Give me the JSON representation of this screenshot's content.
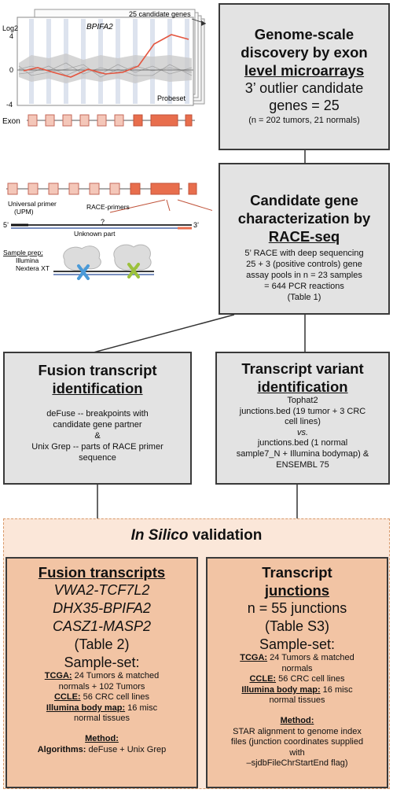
{
  "top_box": {
    "title1": "Genome-scale",
    "title2": "discovery by exon",
    "title3": "level microarrays",
    "line1": "3’ outlier candidate",
    "line2": "genes = 25",
    "line3": "(n = 202 tumors, 21 normals)"
  },
  "mid_box": {
    "title1": "Candidate gene",
    "title2": "characterization by",
    "title3": "RACE-seq",
    "lines": [
      "5’ RACE with deep sequencing",
      "25 + 3 (positive controls) gene",
      "assay pools in n = 23 samples",
      "= 644 PCR reactions",
      "(Table 1)"
    ]
  },
  "fusion_box": {
    "title1": "Fusion transcript",
    "title2": "identification",
    "lines": [
      "deFuse -- breakpoints with",
      "candidate gene partner",
      "&",
      "Unix Grep -- parts of RACE primer",
      "sequence"
    ]
  },
  "variant_box": {
    "title1": "Transcript variant",
    "title2": "identification",
    "l1": "Tophat2",
    "l2": "junctions.bed (19 tumor + 3 CRC",
    "l3": "cell lines)",
    "l4": "vs.",
    "l5": "junctions.bed (1 normal",
    "l6": "sample7_N + Illumina bodymap) &",
    "l7": "ENSEMBL 75"
  },
  "validation": {
    "title_em": "In Silico",
    "title_rest": " validation"
  },
  "fusion_results": {
    "title": "Fusion transcripts",
    "genes": [
      "VWA2-TCF7L2",
      "DHX35-BPIFA2",
      "CASZ1-MASP2"
    ],
    "table": "(Table 2)",
    "sampleset": "Sample-set:",
    "tcga_label": "TCGA:",
    "tcga_text1": " 24 Tumors & matched",
    "tcga_text2": "normals + 102 Tumors",
    "ccle_label": "CCLE:",
    "ccle_text": " 56 CRC cell lines",
    "illumina_label": "Illumina body map:",
    "illumina_text1": " 16 misc",
    "illumina_text2": "normal tissues",
    "method_label": "Method:",
    "algo_label": "Algorithms:",
    "algo_text": " deFuse + Unix Grep"
  },
  "junction_results": {
    "title1": "Transcript",
    "title2": "junctions",
    "count": "n = 55 junctions",
    "table": "(Table S3)",
    "sampleset": "Sample-set:",
    "tcga_label": "TCGA:",
    "tcga_text1": " 24 Tumors & matched",
    "tcga_text2": "normals",
    "ccle_label": "CCLE:",
    "ccle_text": " 56 CRC cell lines",
    "illumina_label": "Illumina body map:",
    "illumina_text1": " 16 misc",
    "illumina_text2": "normal tissues",
    "method_label": "Method:",
    "method_lines": [
      "STAR alignment to genome index",
      "files (junction coordinates supplied",
      "with",
      "–sjdbFileChrStartEnd flag)"
    ]
  },
  "figure": {
    "candidates_label": "25 candidate genes",
    "gene_label": "BPIFA2",
    "log2_label": "Log2",
    "y_ticks": [
      "4",
      "0",
      "-4"
    ],
    "probeset_label": "Probeset",
    "exon_label": "Exon",
    "universal_primer": "Universal primer",
    "upm": "(UPM)",
    "race_primers": "RACE-primers",
    "question": "?",
    "five_prime": "5’",
    "three_prime": "3’",
    "unknown_part": "Unknown part",
    "sample_prep1": "Sample prep;",
    "sample_prep2": "Illumina",
    "sample_prep3": "Nextera XT"
  }
}
